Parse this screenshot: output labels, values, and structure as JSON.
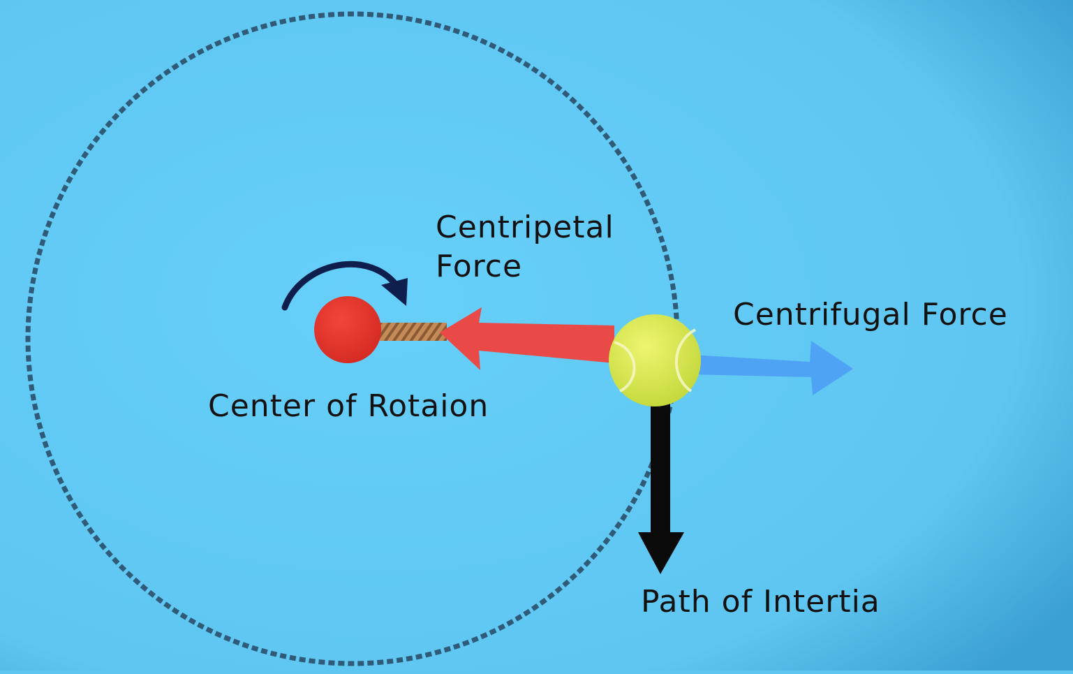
{
  "diagram": {
    "labels": {
      "centripetal_line1": "Centripetal",
      "centripetal_line2": "Force",
      "centrifugal": "Centrifugal Force",
      "center": "Center of Rotaion",
      "inertia": "Path of Intertia"
    },
    "colors": {
      "background": "#5ec6f0",
      "orbit": "#1f4a66",
      "center_ball": "#e8382c",
      "rope": "#b07a4a",
      "centripetal_arrow": "#ea4a47",
      "centrifugal_arrow": "#4ea3f4",
      "inertia_arrow": "#0a0a0a",
      "rotation_arrow": "#0e1f4d",
      "tennis_ball": "#d9e84a"
    },
    "icons": {
      "rotation": "clockwise-arrow-icon",
      "ball": "tennis-ball-icon"
    }
  }
}
